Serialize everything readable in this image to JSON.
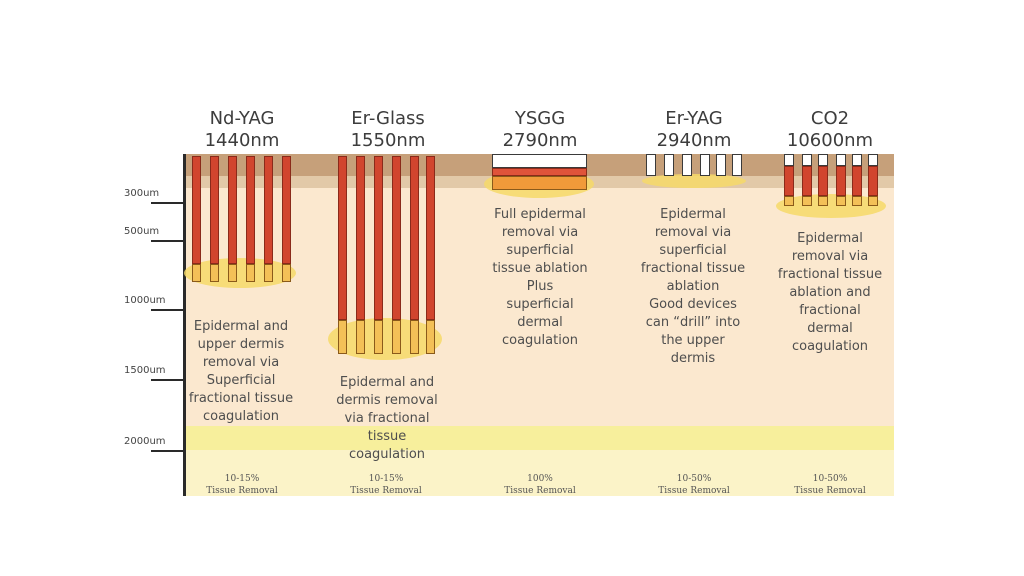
{
  "colors": {
    "epidermis": "#c6a07a",
    "dermis": "#fbe8cf",
    "ablation_column": "#d1452e",
    "coagulation": "#f6d968"
  },
  "axis": {
    "ticks": [
      {
        "label": "300um",
        "value": 300
      },
      {
        "label": "500um",
        "value": 500
      },
      {
        "label": "1000um",
        "value": 1000
      },
      {
        "label": "1500um",
        "value": 1500
      },
      {
        "label": "2000um",
        "value": 2000
      }
    ]
  },
  "lasers": [
    {
      "name": "Nd-YAG",
      "wavelength": "1440nm",
      "description": [
        "Epidermal and",
        "upper dermis",
        "removal via",
        "Superficial",
        "fractional tissue",
        "coagulation"
      ],
      "removal_pct": "10-15%",
      "removal_label": "Tissue Removal"
    },
    {
      "name": "Er-Glass",
      "wavelength": "1550nm",
      "description": [
        "Epidermal and",
        "dermis removal",
        "via fractional",
        "tissue",
        "coagulation"
      ],
      "removal_pct": "10-15%",
      "removal_label": "Tissue Removal"
    },
    {
      "name": "YSGG",
      "wavelength": "2790nm",
      "description": [
        "Full epidermal",
        "removal via",
        "superficial",
        "tissue ablation",
        "Plus",
        "superficial",
        "dermal",
        "coagulation"
      ],
      "removal_pct": "100%",
      "removal_label": "Tissue Removal"
    },
    {
      "name": "Er-YAG",
      "wavelength": "2940nm",
      "description": [
        "Epidermal",
        "removal via",
        "superficial",
        "fractional tissue",
        "ablation",
        "Good devices",
        "can “drill” into",
        "the upper",
        "dermis"
      ],
      "removal_pct": "10-50%",
      "removal_label": "Tissue Removal"
    },
    {
      "name": "CO2",
      "wavelength": "10600nm",
      "description": [
        "Epidermal",
        "removal via",
        "fractional tissue",
        "ablation and",
        "fractional",
        "dermal",
        "coagulation"
      ],
      "removal_pct": "10-50%",
      "removal_label": "Tissue Removal"
    }
  ]
}
